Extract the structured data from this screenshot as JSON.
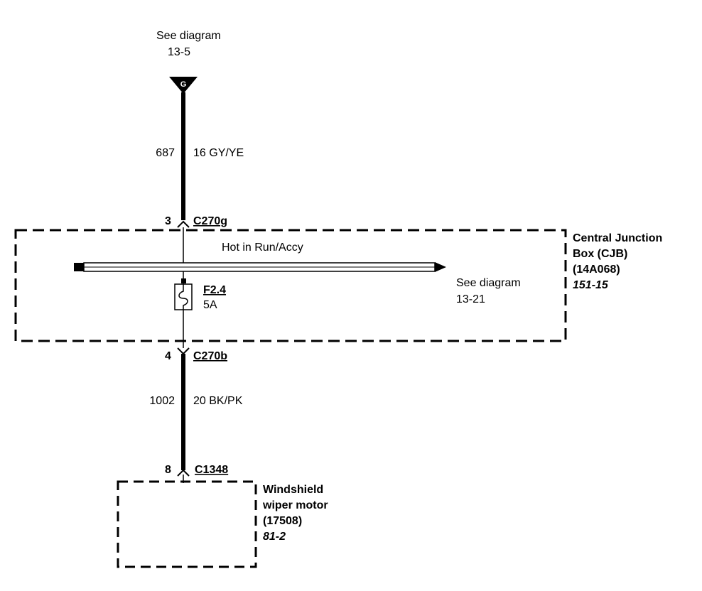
{
  "top_ref": {
    "line1": "See diagram",
    "line2": "13-5"
  },
  "ground_symbol": "G",
  "wire_top": {
    "circuit": "687",
    "spec": "16  GY/YE"
  },
  "connector_top": {
    "pin": "3",
    "name": "C270g"
  },
  "cjb": {
    "name_line1": "Central Junction",
    "name_line2": "Box (CJB)",
    "part": "(14A068)",
    "ref": "151-15",
    "bus_label": "Hot in Run/Accy",
    "bus_ref_line1": "See diagram",
    "bus_ref_line2": "13-21",
    "fuse_name": "F2.4",
    "fuse_rating": "5A"
  },
  "connector_mid": {
    "pin": "4",
    "name": "C270b"
  },
  "wire_bottom": {
    "circuit": "1002",
    "spec": "20  BK/PK"
  },
  "connector_bottom": {
    "pin": "8",
    "name": "C1348"
  },
  "motor": {
    "name_line1": "Windshield",
    "name_line2": "wiper motor",
    "part": "(17508)",
    "ref": "81-2"
  }
}
